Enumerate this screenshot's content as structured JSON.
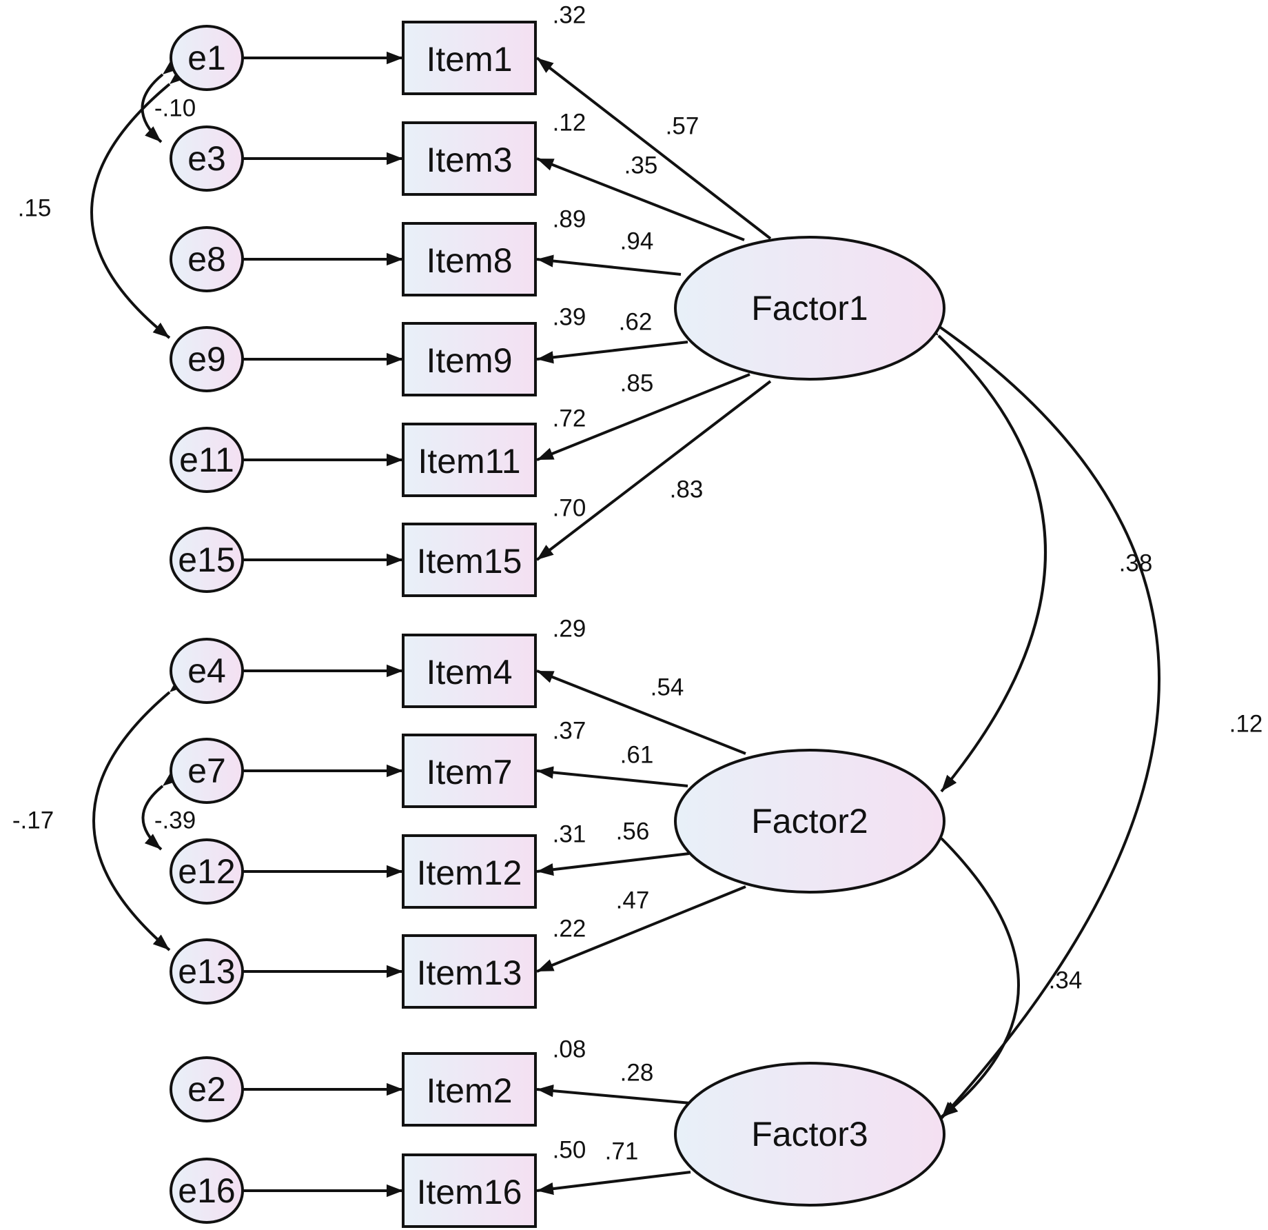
{
  "diagram": {
    "colors": {
      "node_fill_start": "#e8f0f8",
      "node_fill_end": "#f4e0f2",
      "stroke": "#111111",
      "background": "#ffffff"
    },
    "error_terms": [
      "e1",
      "e3",
      "e8",
      "e9",
      "e11",
      "e15",
      "e4",
      "e7",
      "e12",
      "e13",
      "e2",
      "e16"
    ],
    "items": [
      "Item1",
      "Item3",
      "Item8",
      "Item9",
      "Item11",
      "Item15",
      "Item4",
      "Item7",
      "Item12",
      "Item13",
      "Item2",
      "Item16"
    ],
    "r_squared": [
      ".32",
      ".12",
      ".89",
      ".39",
      ".72",
      ".70",
      ".29",
      ".37",
      ".31",
      ".22",
      ".08",
      ".50"
    ],
    "factors": [
      {
        "label": "Factor1",
        "items": [
          "Item1",
          "Item3",
          "Item8",
          "Item9",
          "Item11",
          "Item15"
        ],
        "loadings": [
          ".57",
          ".35",
          ".94",
          ".62",
          ".85",
          ".83"
        ]
      },
      {
        "label": "Factor2",
        "items": [
          "Item4",
          "Item7",
          "Item12",
          "Item13"
        ],
        "loadings": [
          ".54",
          ".61",
          ".56",
          ".47"
        ]
      },
      {
        "label": "Factor3",
        "items": [
          "Item2",
          "Item16"
        ],
        "loadings": [
          ".28",
          ".71"
        ]
      }
    ],
    "factor_covariances": [
      {
        "from": "Factor1",
        "to": "Factor2",
        "value": ".38"
      },
      {
        "from": "Factor1",
        "to": "Factor3",
        "value": ".12"
      },
      {
        "from": "Factor2",
        "to": "Factor3",
        "value": ".34"
      }
    ],
    "error_covariances": [
      {
        "from": "e1",
        "to": "e3",
        "value": "-.10"
      },
      {
        "from": "e1",
        "to": "e9",
        "value": ".15"
      },
      {
        "from": "e7",
        "to": "e12",
        "value": "-.39"
      },
      {
        "from": "e4",
        "to": "e13",
        "value": "-.17"
      }
    ]
  }
}
